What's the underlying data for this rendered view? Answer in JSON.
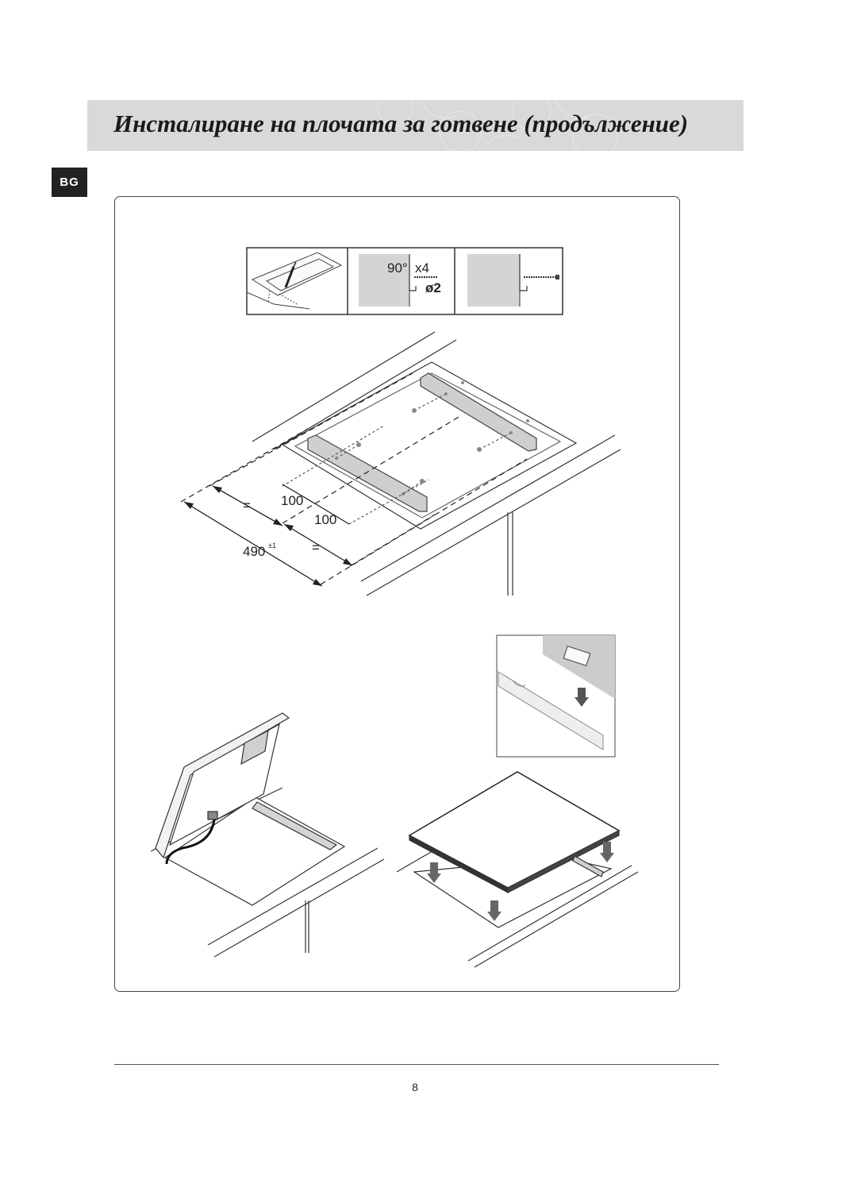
{
  "header": {
    "title": "Инсталиране на плочата за готвене (продължение)",
    "language_badge": "BG"
  },
  "diagram": {
    "step_panel": {
      "angle_label": "90°",
      "count_label": "x4",
      "drill_label": "ø2"
    },
    "dimensions": {
      "spacing_1": "100",
      "spacing_2": "100",
      "equal_1": "=",
      "equal_2": "=",
      "overall_value": "490",
      "overall_tolerance": "±1"
    }
  },
  "footer": {
    "page_number": "8"
  }
}
